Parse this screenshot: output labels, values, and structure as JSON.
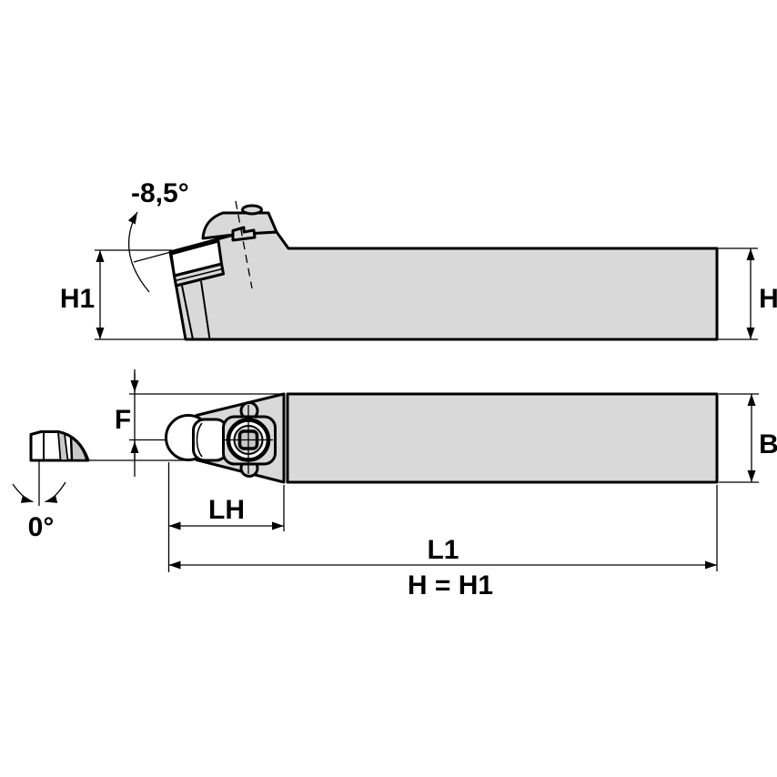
{
  "drawing": {
    "type": "technical-drawing",
    "subject": "lathe turning tool holder, side view and top view with insert end view",
    "views": {
      "side_view": "side profile of tool holder with clamped insert",
      "top_view": "plan view of tool holder with round insert and clamp screw",
      "insert_end_view": "end view of cutting insert at 0 degrees inclination"
    },
    "labels": {
      "rake_angle": "-8,5°",
      "height_head": "H1",
      "height_shank": "H",
      "offset_f": "F",
      "width_b": "B",
      "head_length": "LH",
      "overall_length": "L1",
      "height_equality": "H = H1",
      "inclination_angle": "0°"
    },
    "colors": {
      "background": "#ffffff",
      "line": "#000000",
      "body_fill": "#d9d9d9",
      "shade_fill": "#c9c9c9"
    }
  }
}
